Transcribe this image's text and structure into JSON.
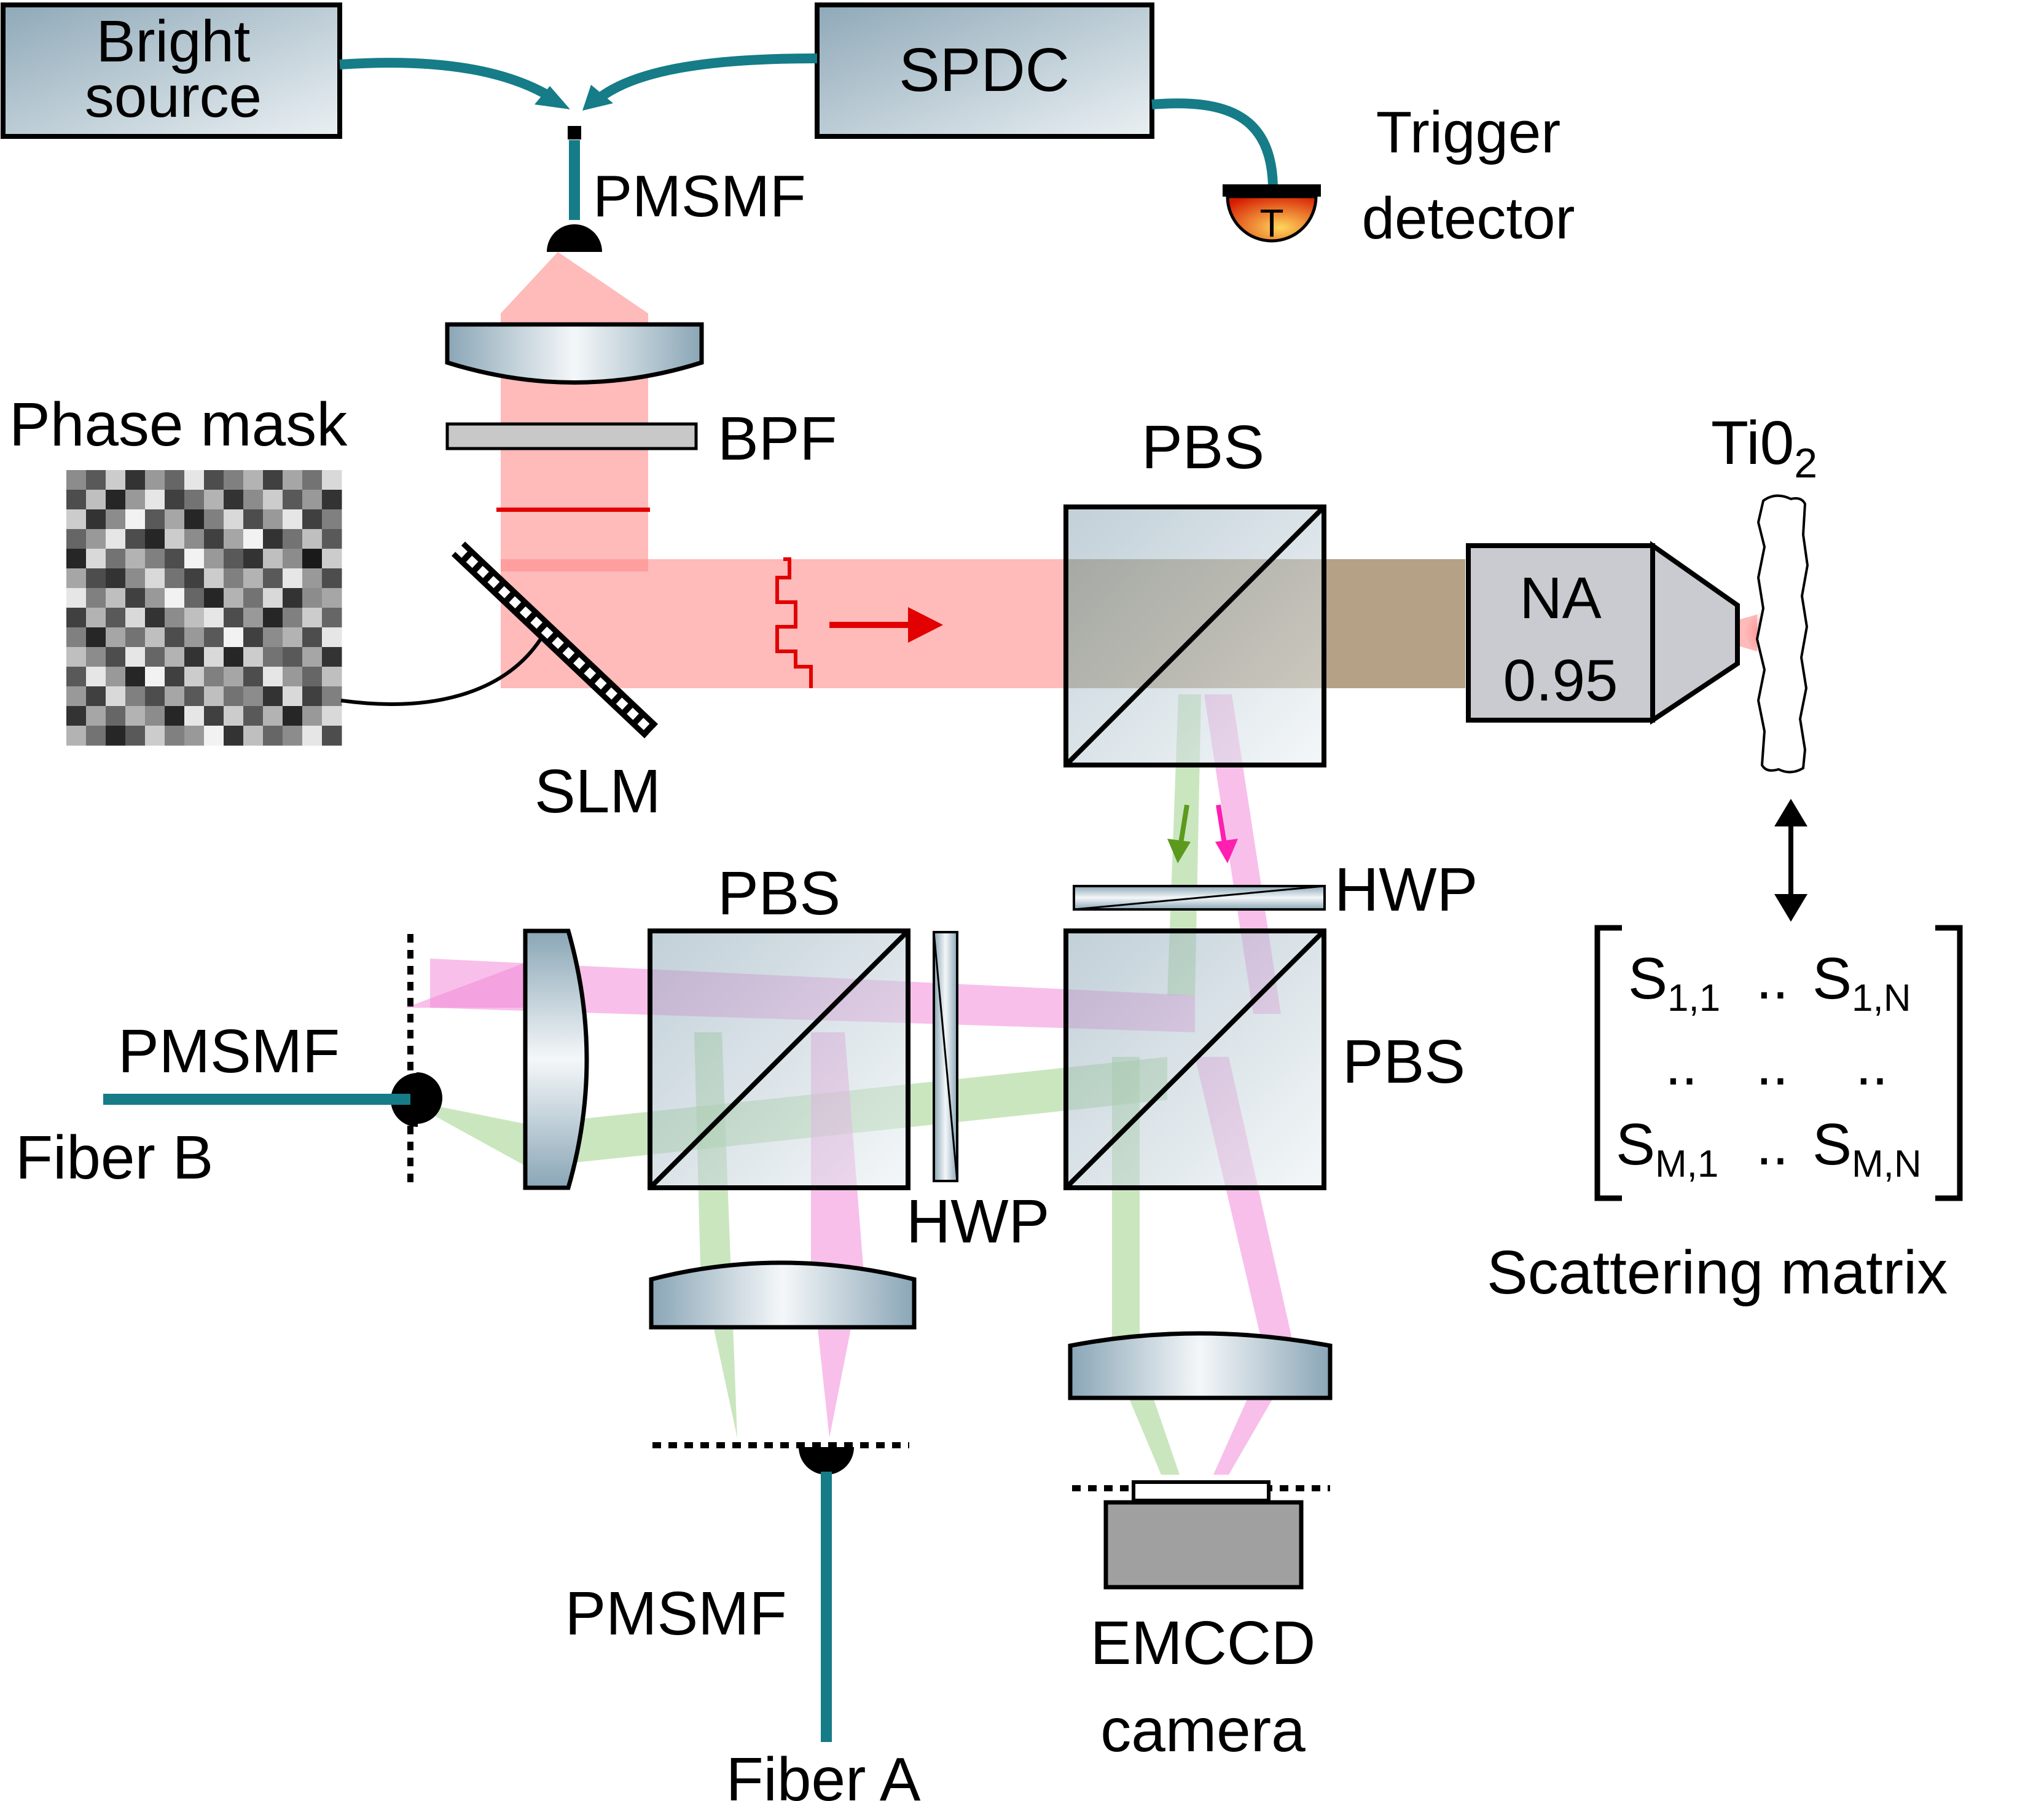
{
  "labels": {
    "bright_source_line1": "Bright",
    "bright_source_line2": "source",
    "spdc": "SPDC",
    "trigger_line1": "Trigger",
    "trigger_line2": "detector",
    "trigger_symbol": "T",
    "pmsmf_top": "PMSMF",
    "phase_mask": "Phase mask",
    "bpf": "BPF",
    "slm": "SLM",
    "pbs_top": "PBS",
    "tio2": "Ti0",
    "tio2_subscript": "2",
    "na_line1": "NA",
    "na_line2": "0.95",
    "hwp_right": "HWP",
    "pbs_left": "PBS",
    "pbs_right": "PBS",
    "hwp_middle": "HWP",
    "pmsmf_fiber_b": "PMSMF",
    "fiber_b": "Fiber B",
    "pmsmf_fiber_a": "PMSMF",
    "fiber_a": "Fiber A",
    "emccd_line1": "EMCCD",
    "emccd_line2": "camera",
    "scattering_matrix": "Scattering matrix"
  },
  "matrix": {
    "s": "S",
    "dots": "..",
    "e11": "1,1",
    "e1n": "1,N",
    "em1": "M,1",
    "emn": "M,N"
  },
  "phase_mask_levels": [
    [
      0.55,
      0.35,
      0.8,
      0.2,
      0.6,
      0.4,
      0.9,
      0.3,
      0.5,
      0.7,
      0.25,
      0.65,
      0.45,
      0.85
    ],
    [
      0.3,
      0.75,
      0.15,
      0.6,
      0.9,
      0.25,
      0.45,
      0.7,
      0.2,
      0.55,
      0.8,
      0.35,
      0.6,
      0.2
    ],
    [
      0.8,
      0.2,
      0.55,
      0.95,
      0.35,
      0.65,
      0.15,
      0.5,
      0.85,
      0.3,
      0.6,
      0.9,
      0.25,
      0.5
    ],
    [
      0.4,
      0.6,
      0.9,
      0.3,
      0.15,
      0.8,
      0.55,
      0.25,
      0.65,
      0.95,
      0.2,
      0.45,
      0.75,
      0.35
    ],
    [
      0.15,
      0.85,
      0.45,
      0.7,
      0.5,
      0.3,
      0.95,
      0.6,
      0.35,
      0.2,
      0.75,
      0.55,
      0.1,
      0.8
    ],
    [
      0.65,
      0.3,
      0.2,
      0.55,
      0.85,
      0.45,
      0.25,
      0.8,
      0.5,
      0.7,
      0.35,
      0.9,
      0.6,
      0.3
    ],
    [
      0.9,
      0.5,
      0.75,
      0.25,
      0.6,
      0.95,
      0.4,
      0.15,
      0.7,
      0.45,
      0.85,
      0.2,
      0.55,
      0.65
    ],
    [
      0.25,
      0.7,
      0.35,
      0.85,
      0.2,
      0.55,
      0.75,
      0.9,
      0.3,
      0.6,
      0.15,
      0.5,
      0.8,
      0.4
    ],
    [
      0.5,
      0.15,
      0.65,
      0.45,
      0.75,
      0.3,
      0.6,
      0.35,
      0.95,
      0.25,
      0.55,
      0.7,
      0.3,
      0.9
    ],
    [
      0.75,
      0.55,
      0.3,
      0.9,
      0.4,
      0.7,
      0.2,
      0.85,
      0.15,
      0.8,
      0.45,
      0.35,
      0.65,
      0.2
    ],
    [
      0.35,
      0.9,
      0.6,
      0.15,
      0.95,
      0.25,
      0.8,
      0.5,
      0.65,
      0.3,
      0.9,
      0.6,
      0.4,
      0.75
    ],
    [
      0.6,
      0.25,
      0.85,
      0.5,
      0.3,
      0.65,
      0.35,
      0.75,
      0.45,
      0.55,
      0.2,
      0.85,
      0.25,
      0.5
    ],
    [
      0.2,
      0.65,
      0.4,
      0.7,
      0.55,
      0.15,
      0.9,
      0.25,
      0.8,
      0.35,
      0.7,
      0.15,
      0.6,
      0.85
    ],
    [
      0.7,
      0.45,
      0.15,
      0.35,
      0.8,
      0.5,
      0.6,
      0.95,
      0.2,
      0.75,
      0.4,
      0.55,
      0.9,
      0.3
    ]
  ]
}
